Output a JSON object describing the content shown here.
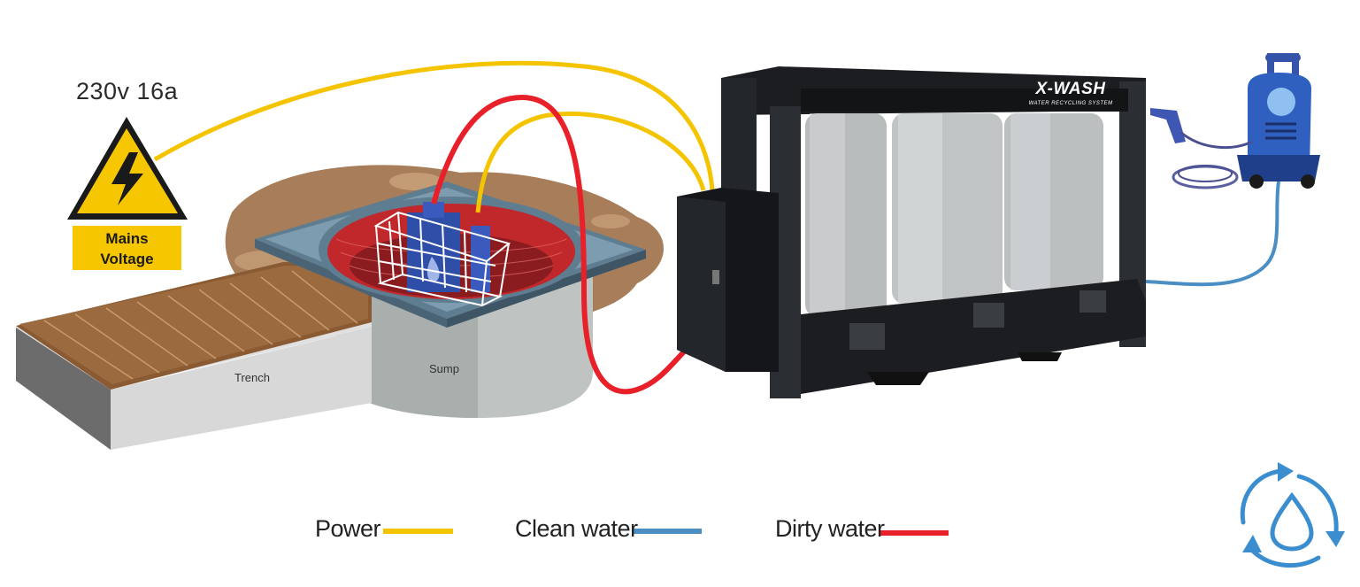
{
  "power_spec": "230v 16a",
  "warning": {
    "line1": "Mains",
    "line2": "Voltage",
    "icon": "high-voltage-warning-icon"
  },
  "labels": {
    "trench": "Trench",
    "sump": "Sump"
  },
  "brand": {
    "name": "X-WASH",
    "tagline": "WATER RECYCLING SYSTEM"
  },
  "legend": [
    {
      "label": "Power",
      "color": "#f5c400"
    },
    {
      "label": "Clean water",
      "color": "#4a8ec4"
    },
    {
      "label": "Dirty water",
      "color": "#e8202a"
    }
  ],
  "icons": {
    "pressure_washer": "pressure-washer-icon",
    "recycle": "water-recycle-icon"
  }
}
